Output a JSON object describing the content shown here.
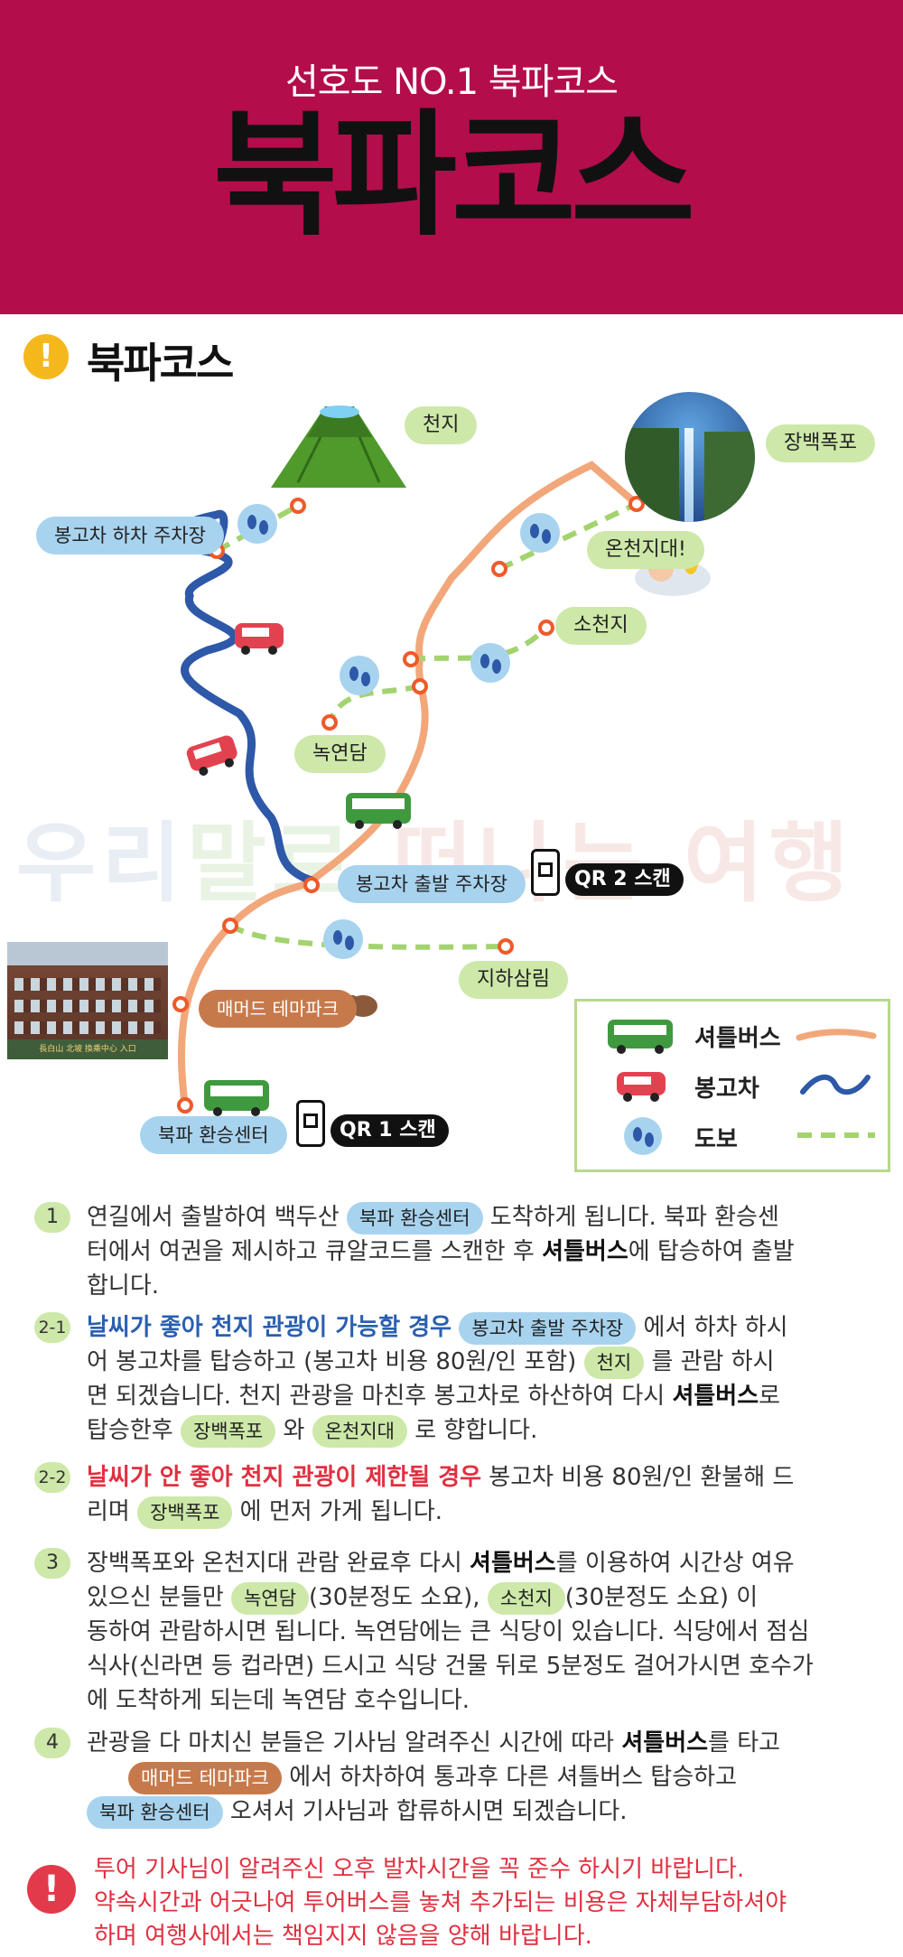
{
  "header": {
    "subtitle": "선호도 NO.1 북파코스",
    "title": "북파코스"
  },
  "section": {
    "icon": "exclamation-icon",
    "title": "북파코스"
  },
  "map": {
    "labels": {
      "tianchi": "천지",
      "changbai_falls": "장백폭포",
      "bonggocha_drop": "봉고차 하차 주차장",
      "hot_spring": "온천지대!",
      "xiaotianchi": "소천지",
      "lvyuantan": "녹연담",
      "bonggocha_start": "봉고차 출발 주차장",
      "qr2": "QR 2 스캔",
      "underground_forest": "지하삼림",
      "mammoth_park": "매머드 테마파크",
      "transfer_center": "북파 환승센터",
      "qr1": "QR 1 스캔"
    },
    "watermark": [
      "우리",
      "말로",
      " 떠나는 여행"
    ],
    "photo_caption": "長白山 北坡 換乘中心 入口"
  },
  "legend": {
    "shuttle": "셔틀버스",
    "van": "봉고차",
    "walk": "도보"
  },
  "colors": {
    "header_bg": "#b40d4c",
    "shuttle_line": "#f2a77a",
    "van_line": "#2e58a8",
    "walk_line": "#a3d36f",
    "pill_green": "#cde8a8",
    "pill_blue": "#a8d3ef",
    "warning_red": "#e03040"
  },
  "steps": [
    {
      "num": "1",
      "l1a": "연길에서 출발하여 백두산",
      "tag1": "북파 환승센터",
      "l1b": "도착하게 됩니다. 북파 환승센",
      "l2a": "터에서 여권을 제시하고 큐알코드를 스캔한 후",
      "l2b": "셔틀버스",
      "l2c": "에 탑승하여 출발",
      "l3": "합니다."
    },
    {
      "num": "2-1",
      "hl": "날씨가 좋아 천지 관광이 가능할 경우",
      "tag1": "봉고차 출발 주차장",
      "l1b": "에서 하차 하시",
      "l2a": "어 봉고차를 탑승하고 (봉고차 비용 80원/인 포함)",
      "tag2": "천지",
      "l2b": "를 관람 하시",
      "l3a": "면 되겠습니다. 천지 관광을 마친후 봉고차로 하산하여 다시",
      "l3b": "셔틀버스",
      "l3c": "로",
      "l4a": "탑승한후",
      "tag3": "장백폭포",
      "l4b": "와",
      "tag4": "온천지대",
      "l4c": "로 향합니다."
    },
    {
      "num": "2-2",
      "hl": "날씨가 안 좋아 천지 관광이 제한될 경우",
      "l1b": "봉고차 비용 80원/인 환불해 드",
      "l2a": "리며",
      "tag1": "장백폭포",
      "l2b": "에 먼저 가게 됩니다."
    },
    {
      "num": "3",
      "l1a": "장백폭포와 온천지대 관람 완료후 다시",
      "l1b": "셔틀버스",
      "l1c": "를 이용하여 시간상 여유",
      "l2a": "있으신 분들만",
      "tag1": "녹연담",
      "l2b": "(30분정도 소요),",
      "tag2": "소천지",
      "l2c": "(30분정도 소요)  이",
      "l3": "동하여 관람하시면 됩니다. 녹연담에는 큰 식당이 있습니다. 식당에서 점심",
      "l4": "식사(신라면 등 컵라면) 드시고 식당 건물 뒤로 5분정도 걸어가시면 호수가",
      "l5": "에 도착하게 되는데 녹연담 호수입니다."
    },
    {
      "num": "4",
      "l1a": "관광을 다 마치신 분들은 기사님 알려주신 시간에 따라",
      "l1b": "셔틀버스",
      "l1c": "를 타고",
      "tag1": "매머드 테마파크",
      "l2b": "에서 하차하여 통과후 다른 셔틀버스 탑승하고",
      "tag2": "북파 환승센터",
      "l3b": "오셔서 기사님과 합류하시면 되겠습니다."
    }
  ],
  "warning": {
    "icon": "alert-icon",
    "l1": "투어 기사님이 알려주신 오후 발차시간을 꼭 준수 하시기 바랍니다.",
    "l2": "약속시간과 어긋나여 투어버스를 놓쳐 추가되는 비용은 자체부담하셔야",
    "l3": "하며 여행사에서는 책임지지 않음을 양해 바랍니다."
  }
}
